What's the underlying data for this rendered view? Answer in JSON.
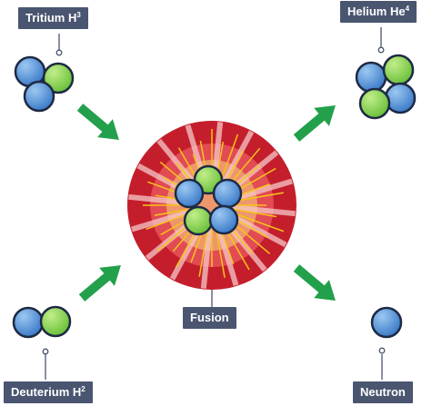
{
  "labels": {
    "tritium": {
      "name": "Tritium H",
      "sup": "3"
    },
    "helium": {
      "name": "Helium He",
      "sup": "4"
    },
    "deuterium": {
      "name": "Deuterium H",
      "sup": "2"
    },
    "neutron": {
      "name": "Neutron"
    },
    "fusion": {
      "name": "Fusion"
    }
  },
  "colors": {
    "proton": "#8fd14f",
    "neutron": "#4f8fd6",
    "outline": "#1e2a44",
    "arrow": "#22a04b",
    "label_bg": "#4a5570",
    "burst_outer": "#c41e2c",
    "burst_ring": "#e8545a",
    "burst_inner": "#f0a070",
    "ray": "#f5c518"
  },
  "icons": [
    "tritium-nucleus-icon",
    "deuterium-nucleus-icon",
    "helium-nucleus-icon",
    "neutron-icon",
    "fusion-burst-icon",
    "arrow-icon"
  ]
}
